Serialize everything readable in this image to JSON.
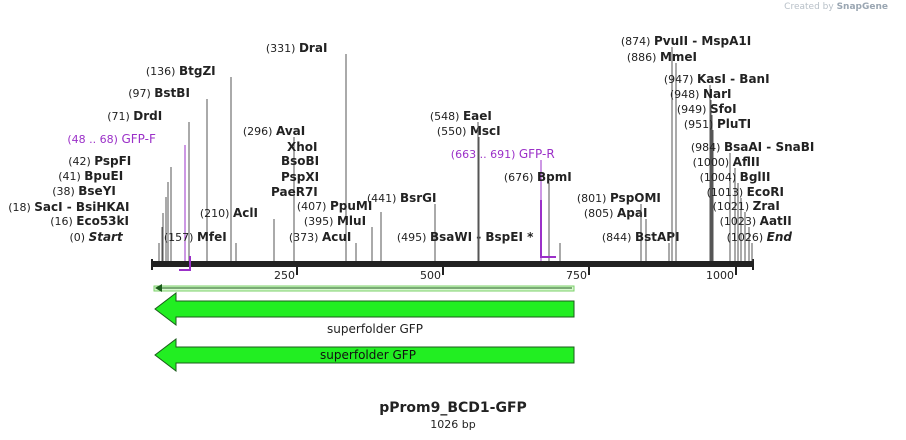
{
  "credit": {
    "prefix": "Created by",
    "brand": "SnapGene"
  },
  "map": {
    "title": "pProm9_BCD1-GFP",
    "length_label": "1026 bp",
    "length_bp": 1026,
    "ruler_ticks": [
      "250",
      "500",
      "750",
      "1000"
    ],
    "sites": [
      {
        "name": "Start",
        "pos": "(0)",
        "italic": true
      },
      {
        "name": "Eco53kI",
        "pos": "(16)"
      },
      {
        "name": "SacI - BsiHKAI",
        "pos": "(18)"
      },
      {
        "name": "BseYI",
        "pos": "(38)"
      },
      {
        "name": "BpuEI",
        "pos": "(41)"
      },
      {
        "name": "PspFI",
        "pos": "(42)"
      },
      {
        "name": "GFP-F",
        "pos": "(48 .. 68)",
        "primer": true
      },
      {
        "name": "DrdI",
        "pos": "(71)"
      },
      {
        "name": "BstBI",
        "pos": "(97)"
      },
      {
        "name": "BtgZI",
        "pos": "(136)"
      },
      {
        "name": "MfeI",
        "pos": "(157)"
      },
      {
        "name": "AclI",
        "pos": "(210)"
      },
      {
        "name": "AvaI",
        "pos": "(296)"
      },
      {
        "name": "XhoI",
        "pos": ""
      },
      {
        "name": "BsoBI",
        "pos": ""
      },
      {
        "name": "PspXI",
        "pos": ""
      },
      {
        "name": "PaeR7I",
        "pos": ""
      },
      {
        "name": "DraI",
        "pos": "(331)"
      },
      {
        "name": "AcuI",
        "pos": "(373)"
      },
      {
        "name": "MluI",
        "pos": "(395)"
      },
      {
        "name": "PpuMI",
        "pos": "(407)"
      },
      {
        "name": "BsrGI",
        "pos": "(441)"
      },
      {
        "name": "BsaWI - BspEI *",
        "pos": "(495)"
      },
      {
        "name": "MscI",
        "pos": "(550)"
      },
      {
        "name": "EaeI",
        "pos": "(548)"
      },
      {
        "name": "GFP-R",
        "pos": "(663 .. 691)",
        "primer": true
      },
      {
        "name": "BpmI",
        "pos": "(676)"
      },
      {
        "name": "ApaI",
        "pos": "(805)"
      },
      {
        "name": "PspOMI",
        "pos": "(801)"
      },
      {
        "name": "BstAPI",
        "pos": "(844)"
      },
      {
        "name": "PvuII - MspA1I",
        "pos": "(874)"
      },
      {
        "name": "MmeI",
        "pos": "(886)"
      },
      {
        "name": "KasI - BanI",
        "pos": "(947)"
      },
      {
        "name": "NarI",
        "pos": "(948)"
      },
      {
        "name": "SfoI",
        "pos": "(949)"
      },
      {
        "name": "PluTI",
        "pos": "(951)"
      },
      {
        "name": "BsaAI - SnaBI",
        "pos": "(984)"
      },
      {
        "name": "AflII",
        "pos": "(1000)"
      },
      {
        "name": "BglII",
        "pos": "(1004)"
      },
      {
        "name": "EcoRI",
        "pos": "(1013)"
      },
      {
        "name": "ZraI",
        "pos": "(1021)"
      },
      {
        "name": "AatII",
        "pos": "(1023)"
      },
      {
        "name": "End",
        "pos": "(1026)",
        "italic": true
      }
    ],
    "features": [
      {
        "name": "superfolder GFP",
        "label_inside": false
      },
      {
        "name": "superfolder GFP",
        "label_inside": true
      }
    ],
    "colors": {
      "primer": "#9b30c8",
      "feature_fill": "#22ee22",
      "feature_stroke": "#1a5c1a",
      "backbone": "#222222",
      "tick_line": "#555555"
    }
  }
}
